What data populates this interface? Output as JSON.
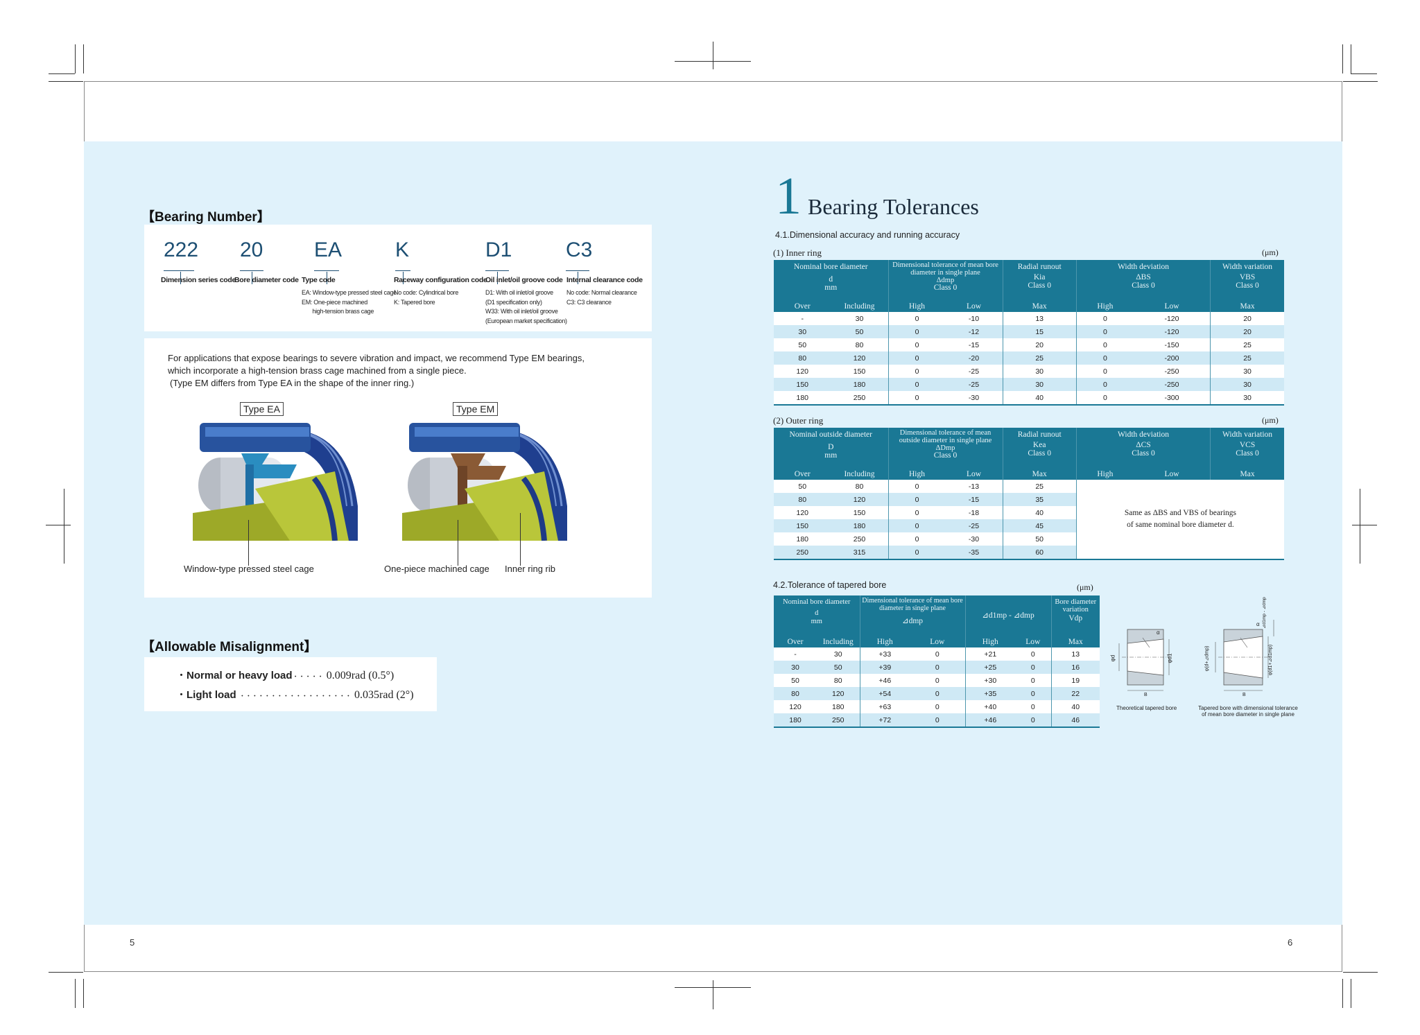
{
  "page": {
    "left_number": "5",
    "right_number": "6"
  },
  "bearing_number": {
    "title": "【Bearing Number】",
    "codes": [
      {
        "code": "222",
        "label": "Dimension series code",
        "desc": ""
      },
      {
        "code": "20",
        "label": "Bore diameter code",
        "desc": ""
      },
      {
        "code": "EA",
        "label": "Type code",
        "desc": "EA: Window-type pressed steel cage\nEM: One-piece machined\n       high-tension brass cage"
      },
      {
        "code": "K",
        "label": "Raceway configuration code",
        "desc": "No code: Cylindrical bore\nK: Tapered bore"
      },
      {
        "code": "D1",
        "label": "Oil inlet/oil groove code",
        "desc": "D1: With oil inlet/oil groove\n(D1 specification only)\nW33: With oil inlet/oil groove\n(European market specification)"
      },
      {
        "code": "C3",
        "label": "Internal clearance code",
        "desc": "No code: Normal clearance\nC3: C3 clearance"
      }
    ]
  },
  "cage_info": {
    "line1": "For applications that expose bearings to severe vibration and impact, we recommend Type EM bearings,",
    "line2": "which incorporate a high-tension brass cage machined from a single piece.",
    "line3": "(Type EM differs from Type EA in the shape of the inner ring.)",
    "type_ea": "Type EA",
    "type_em": "Type EM",
    "caption_ea": "Window-type pressed steel cage",
    "caption_em": "One-piece machined cage",
    "caption_rib": "Inner ring rib"
  },
  "misalignment": {
    "title": "【Allowable Misalignment】",
    "rows": [
      {
        "label": "Normal or heavy load",
        "dots": "・・・・・",
        "value": "0.009rad (0.5°)"
      },
      {
        "label": "Light load",
        "dots": "・・・・・・・・・・・・・・・・・・",
        "value": "0.035rad (2°)"
      }
    ]
  },
  "tolerances": {
    "number": "1",
    "title": "Bearing Tolerances",
    "subtitle": "4.1.Dimensional accuracy and running accuracy",
    "unit": "(μm)",
    "inner": {
      "caption": "(1) Inner ring",
      "headers": {
        "nominal": "Nominal bore diameter",
        "nominal_sym": "d",
        "nominal_unit": "mm",
        "mean": "Dimensional tolerance of mean bore diameter in single plane",
        "mean_sym": "Δdmp",
        "mean_class": "Class 0",
        "radial": "Radial runout",
        "radial_sym": "Kia",
        "radial_class": "Class 0",
        "width_dev": "Width deviation",
        "width_dev_sym": "ΔBS",
        "width_dev_class": "Class 0",
        "width_var": "Width variation",
        "width_var_sym": "VBS",
        "width_var_class": "Class 0",
        "sub": [
          "Over",
          "Including",
          "High",
          "Low",
          "Max",
          "High",
          "Low",
          "Max"
        ]
      },
      "rows": [
        [
          "-",
          "30",
          "0",
          "-10",
          "13",
          "0",
          "-120",
          "20"
        ],
        [
          "30",
          "50",
          "0",
          "-12",
          "15",
          "0",
          "-120",
          "20"
        ],
        [
          "50",
          "80",
          "0",
          "-15",
          "20",
          "0",
          "-150",
          "25"
        ],
        [
          "80",
          "120",
          "0",
          "-20",
          "25",
          "0",
          "-200",
          "25"
        ],
        [
          "120",
          "150",
          "0",
          "-25",
          "30",
          "0",
          "-250",
          "30"
        ],
        [
          "150",
          "180",
          "0",
          "-25",
          "30",
          "0",
          "-250",
          "30"
        ],
        [
          "180",
          "250",
          "0",
          "-30",
          "40",
          "0",
          "-300",
          "30"
        ]
      ]
    },
    "outer": {
      "caption": "(2) Outer ring",
      "headers": {
        "nominal": "Nominal outside diameter",
        "nominal_sym": "D",
        "nominal_unit": "mm",
        "mean": "Dimensional tolerance of mean outside diameter in single plane",
        "mean_sym": "ΔDmp",
        "mean_class": "Class 0",
        "radial": "Radial runout",
        "radial_sym": "Kea",
        "radial_class": "Class 0",
        "width_dev": "Width deviation",
        "width_dev_sym": "ΔCS",
        "width_dev_class": "Class 0",
        "width_var": "Width variation",
        "width_var_sym": "VCS",
        "width_var_class": "Class 0",
        "sub": [
          "Over",
          "Including",
          "High",
          "Low",
          "Max",
          "High",
          "Low",
          "Max"
        ]
      },
      "rows": [
        [
          "50",
          "80",
          "0",
          "-13",
          "25"
        ],
        [
          "80",
          "120",
          "0",
          "-15",
          "35"
        ],
        [
          "120",
          "150",
          "0",
          "-18",
          "40"
        ],
        [
          "150",
          "180",
          "0",
          "-25",
          "45"
        ],
        [
          "180",
          "250",
          "0",
          "-30",
          "50"
        ],
        [
          "250",
          "315",
          "0",
          "-35",
          "60"
        ]
      ],
      "note_line1": "Same as ΔBS and VBS of bearings",
      "note_line2": "of same nominal bore diameter d."
    },
    "tapered": {
      "caption": "4.2.Tolerance of tapered bore",
      "unit": "(μm)",
      "headers": {
        "nominal": "Nominal bore diameter",
        "nominal_sym": "d",
        "nominal_unit": "mm",
        "mean": "Dimensional tolerance of mean bore diameter in single plane",
        "mean_sym": "⊿dmp",
        "diff": "⊿d1mp - ⊿dmp",
        "var": "Bore diameter variation",
        "var_sym": "Vdp",
        "sub": [
          "Over",
          "Including",
          "High",
          "Low",
          "High",
          "Low",
          "Max"
        ]
      },
      "rows": [
        [
          "-",
          "30",
          "+33",
          "0",
          "+21",
          "0",
          "13"
        ],
        [
          "30",
          "50",
          "+39",
          "0",
          "+25",
          "0",
          "16"
        ],
        [
          "50",
          "80",
          "+46",
          "0",
          "+30",
          "0",
          "19"
        ],
        [
          "80",
          "120",
          "+54",
          "0",
          "+35",
          "0",
          "22"
        ],
        [
          "120",
          "180",
          "+63",
          "0",
          "+40",
          "0",
          "40"
        ],
        [
          "180",
          "250",
          "+72",
          "0",
          "+46",
          "0",
          "46"
        ]
      ],
      "fig1_caption": "Theoretical tapered bore",
      "fig2_caption_1": "Tapered bore with dimensional tolerance",
      "fig2_caption_2": "of mean bore diameter in single plane",
      "fig_labels": {
        "d": "φd",
        "d1": "φd1",
        "B": "B",
        "d_dmp": "φ(d+⊿dmp)",
        "d1_dmp": "φ(d1+⊿d1mp)",
        "alpha": "α",
        "diff": "⊿d1mp - ⊿dmp"
      }
    }
  }
}
